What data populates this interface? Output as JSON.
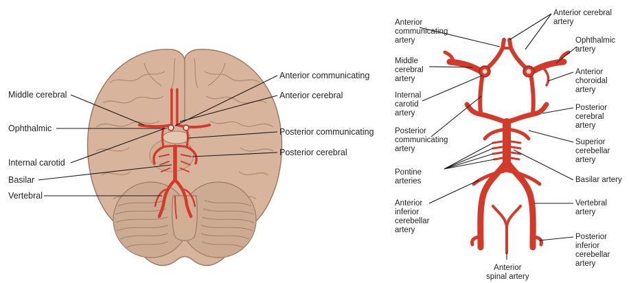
{
  "colors": {
    "brain_fill": "#d8b49c",
    "brain_stroke": "#9c7a63",
    "artery": "#d33a2a",
    "artery_dark": "#a9271b",
    "leader_line": "#1a1a1a"
  },
  "left_labels": {
    "middle_cerebral": "Middle cerebral",
    "ophthalmic": "Ophthalmic",
    "internal_carotid": "Internal carotid",
    "basilar": "Basilar",
    "vertebral": "Vertebral",
    "anterior_communicating": "Anterior communicating",
    "anterior_cerebral": "Anterior cerebral",
    "posterior_communicating": "Posterior communicating",
    "posterior_cerebral": "Posterior cerebral"
  },
  "right_labels": {
    "anterior_communicating": [
      "Anterior",
      "communicating",
      "artery"
    ],
    "anterior_cerebral": [
      "Anterior cerebral",
      "artery"
    ],
    "ophthalmic": [
      "Ophthalmic",
      "artery"
    ],
    "middle_cerebral": [
      "Middle",
      "cerebral",
      "artery"
    ],
    "anterior_choroidal": [
      "Anterior",
      "choroidal",
      "artery"
    ],
    "internal_carotid": [
      "Internal",
      "carotid",
      "artery"
    ],
    "posterior_cerebral": [
      "Posterior",
      "cerebral",
      "artery"
    ],
    "posterior_communicating": [
      "Posterior",
      "communicating",
      "artery"
    ],
    "superior_cerebellar": [
      "Superior",
      "cerebellar",
      "artery"
    ],
    "pontine": [
      "Pontine",
      "arteries"
    ],
    "basilar": [
      "Basilar artery"
    ],
    "anterior_inferior_cerebellar": [
      "Anterior",
      "inferior",
      "cerebellar",
      "artery"
    ],
    "vertebral": [
      "Vertebral",
      "artery"
    ],
    "posterior_inferior_cerebellar": [
      "Posterior",
      "inferior",
      "cerebellar",
      "artery"
    ],
    "anterior_spinal": [
      "Anterior",
      "spinal artery"
    ]
  }
}
